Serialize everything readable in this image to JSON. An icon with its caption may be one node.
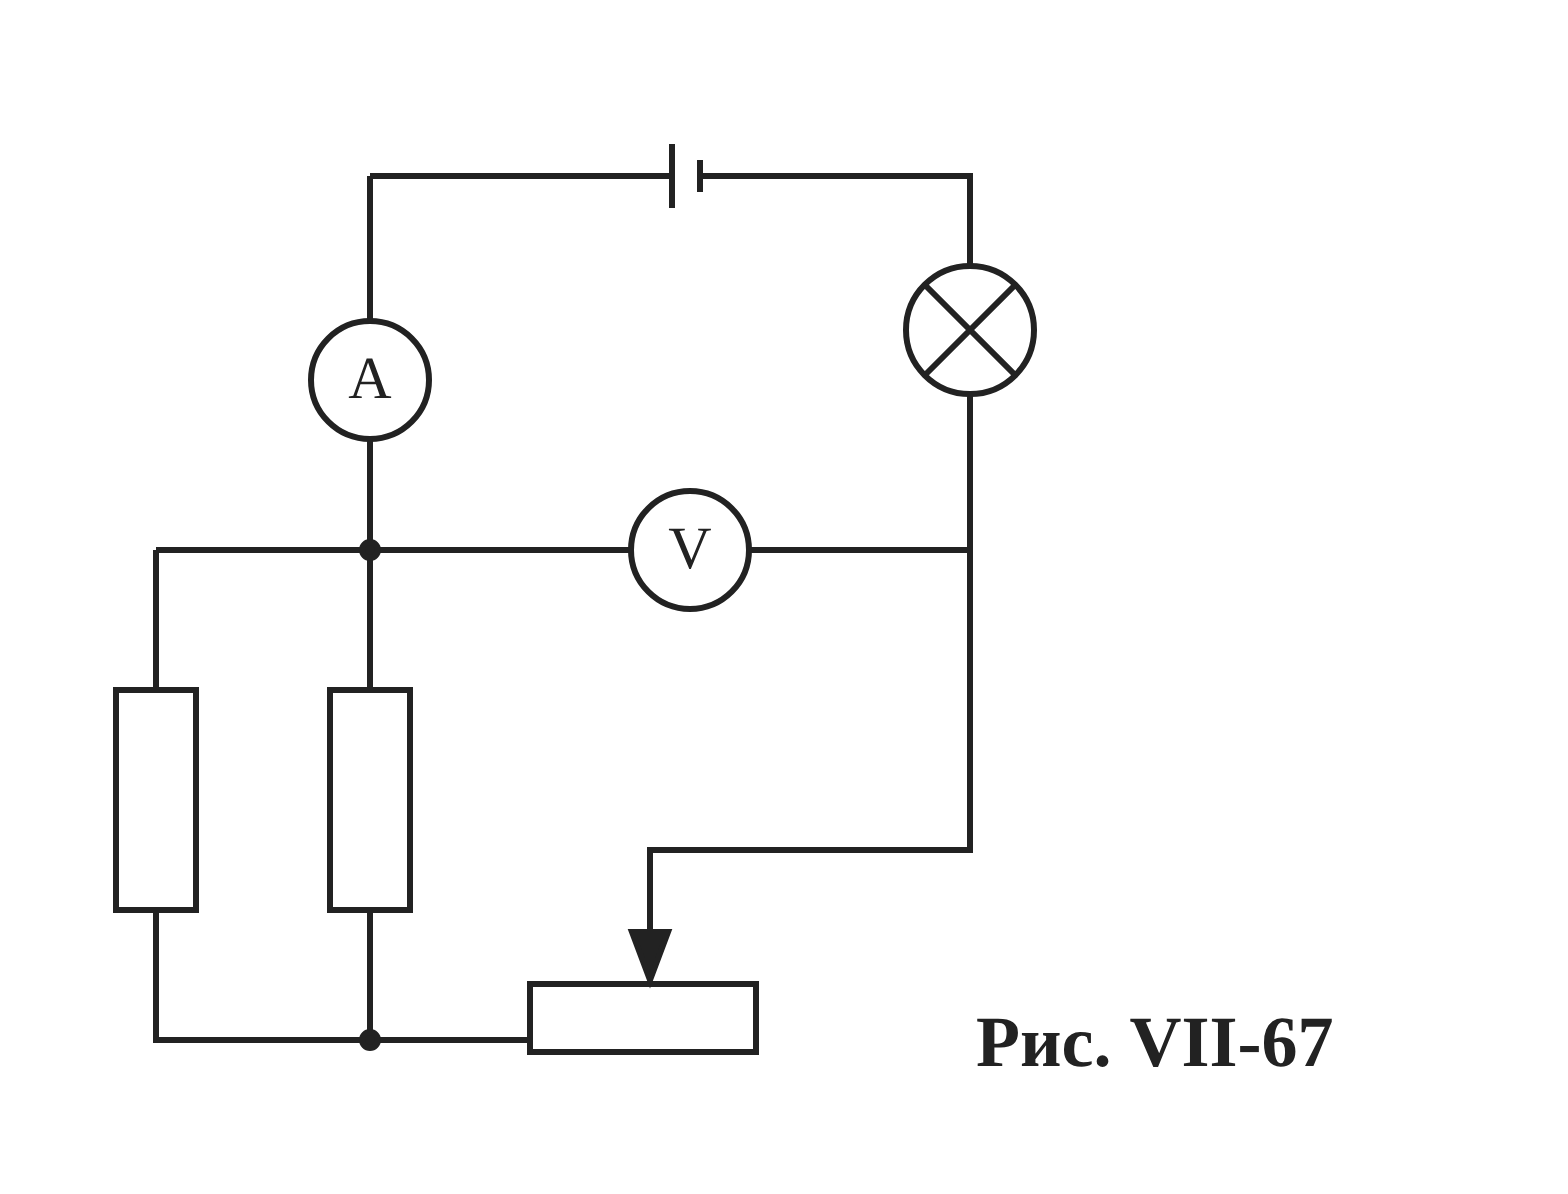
{
  "diagram": {
    "nodes": [
      {
        "text": [
          "A"
        ]
      },
      {
        "text": [
          "V"
        ]
      }
    ],
    "caption": "Рис. VII-67"
  }
}
